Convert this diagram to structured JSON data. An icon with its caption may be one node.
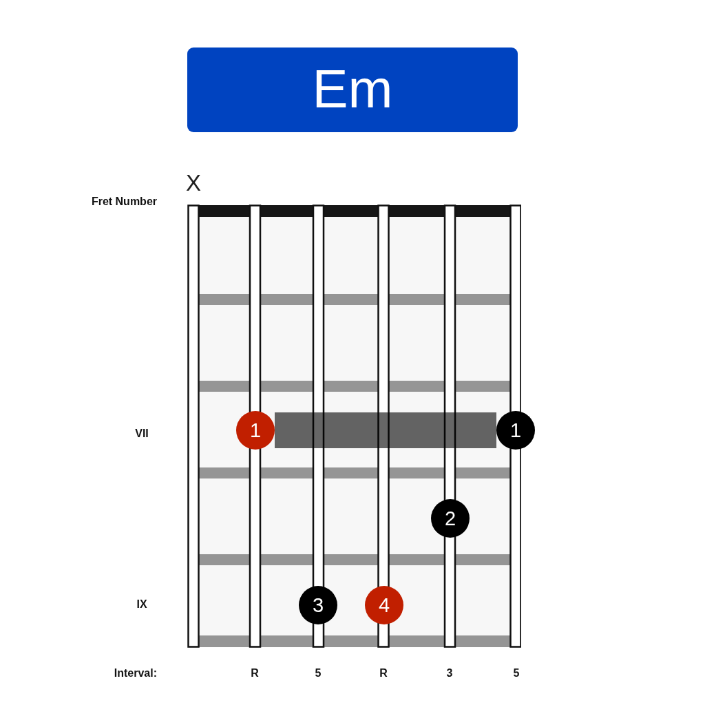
{
  "diagram": {
    "title": "Em",
    "nodes": [
      {
        "text": [
          "1"
        ]
      },
      {
        "text": [
          "1"
        ]
      },
      {
        "text": [
          "2"
        ]
      },
      {
        "text": [
          "3"
        ]
      },
      {
        "text": [
          "4"
        ]
      }
    ],
    "edges": [
      {
        "from": 0,
        "to": 1,
        "arrow": "none"
      }
    ],
    "labels": [
      "X",
      "Fret Number",
      "VII",
      "IX",
      "Interval:",
      "R",
      "5",
      "R",
      "3",
      "5"
    ]
  }
}
